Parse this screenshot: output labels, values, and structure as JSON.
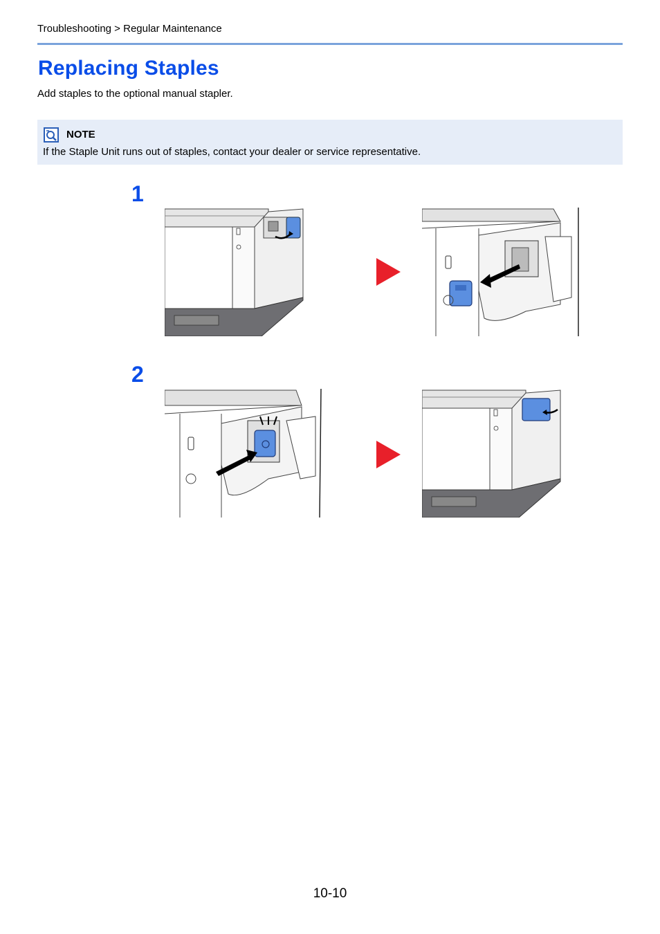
{
  "header": {
    "breadcrumb": "Troubleshooting > Regular Maintenance"
  },
  "title": "Replacing Staples",
  "intro": "Add staples to the optional manual stapler.",
  "note": {
    "icon": "note-icon",
    "label": "NOTE",
    "text": "If the Staple Unit runs out of staples, contact your dealer or service representative."
  },
  "steps": [
    {
      "number": "1"
    },
    {
      "number": "2"
    }
  ],
  "colors": {
    "title": "#0a4de8",
    "rule": "#7aa3dc",
    "note_bg": "#e6edf8",
    "arrow": "#e8202a",
    "cartridge": "#5b8fe0"
  },
  "footer": {
    "page_number": "10-10"
  }
}
